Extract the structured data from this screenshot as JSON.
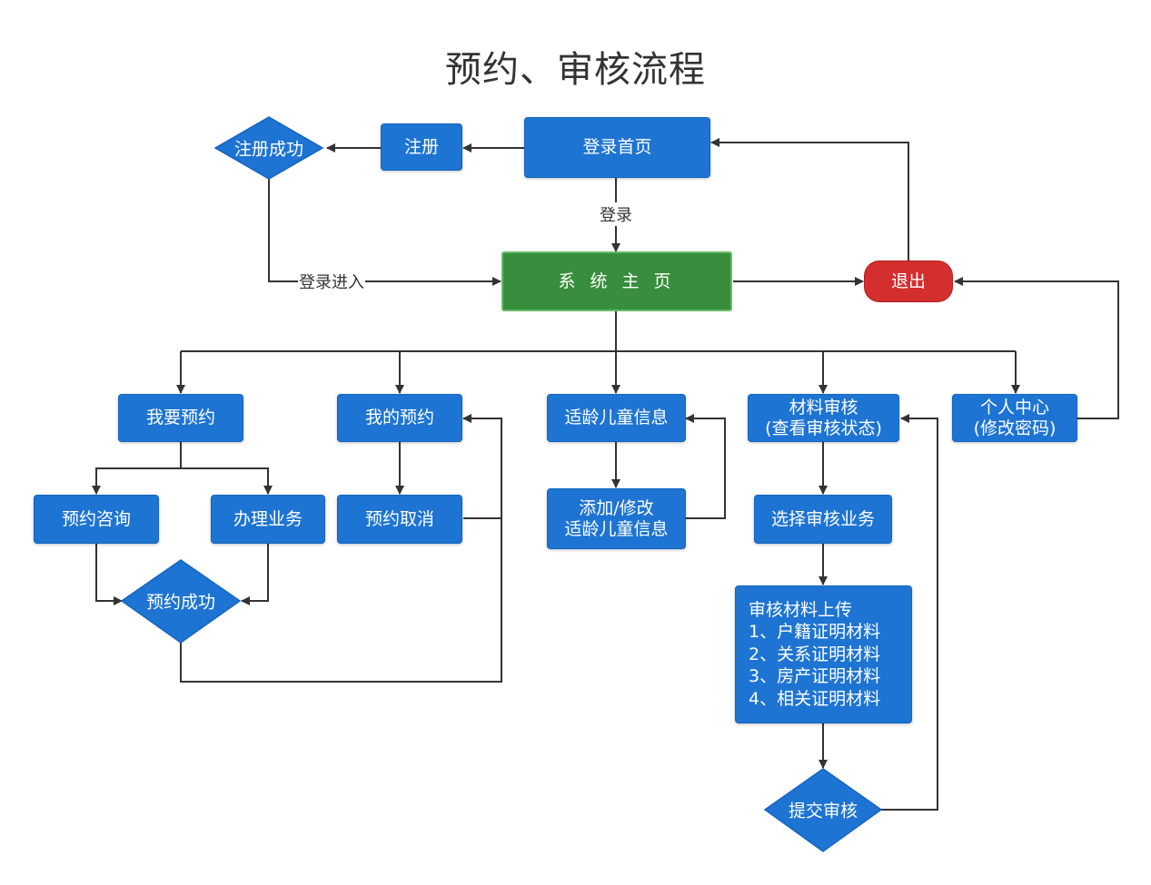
{
  "title": "预约、审核流程",
  "colors": {
    "process": "#1e74d2",
    "main": "#388e3c",
    "exit": "#d32f2f",
    "line": "#333333"
  },
  "nodes": {
    "login_home": "登录首页",
    "register": "注册",
    "register_success": "注册成功",
    "system_home": "系 统 主 页",
    "logout": "退出",
    "book": "我要预约",
    "my_bookings": "我的预约",
    "child_info": "适龄儿童信息",
    "material_review": "材料审核\n(查看审核状态)",
    "personal_center": "个人中心\n(修改密码)",
    "booking_consult": "预约咨询",
    "handle_business": "办理业务",
    "booking_success": "预约成功",
    "cancel_booking": "预约取消",
    "edit_child_info": "添加/修改\n适龄儿童信息",
    "select_review": "选择审核业务",
    "upload_materials": "审核材料上传\n1、户籍证明材料\n2、关系证明材料\n3、房产证明材料\n4、相关证明材料",
    "submit_review": "提交审核"
  },
  "edge_labels": {
    "login": "登录",
    "login_enter": "登录进入"
  }
}
